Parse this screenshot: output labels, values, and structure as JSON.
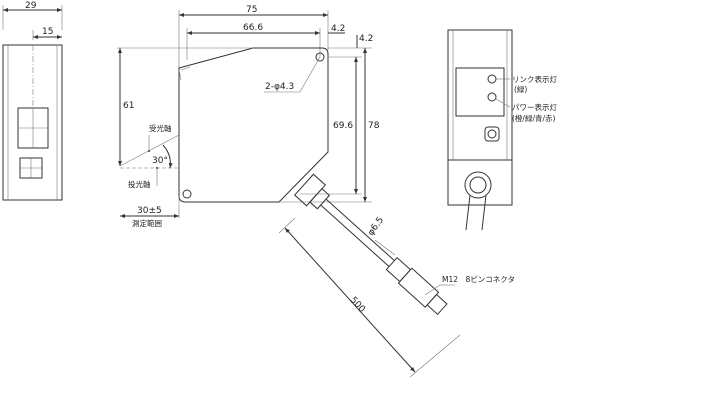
{
  "front_view": {
    "width_dim": "29",
    "inner_dim": "15"
  },
  "side_view": {
    "dim_75": "75",
    "dim_66_6": "66.6",
    "dim_4_2_h": "4.2",
    "dim_4_2_v": "4.2",
    "hole_label": "2-φ4.3",
    "dim_61": "61",
    "dim_69_6": "69.6",
    "dim_78": "78",
    "receiver_axis": "受光軸",
    "emitter_axis": "投光軸",
    "angle": "30°",
    "range_value": "30±5",
    "range_label": "測定範囲",
    "cable_diameter": "φ6.5",
    "cable_length": "500",
    "connector_label": "M12　8ピンコネクタ"
  },
  "rear_view": {
    "link_led": "リンク表示灯",
    "link_led_color": "(緑)",
    "power_led": "パワー表示灯",
    "power_led_colors": "(橙/緑/青/赤)"
  }
}
